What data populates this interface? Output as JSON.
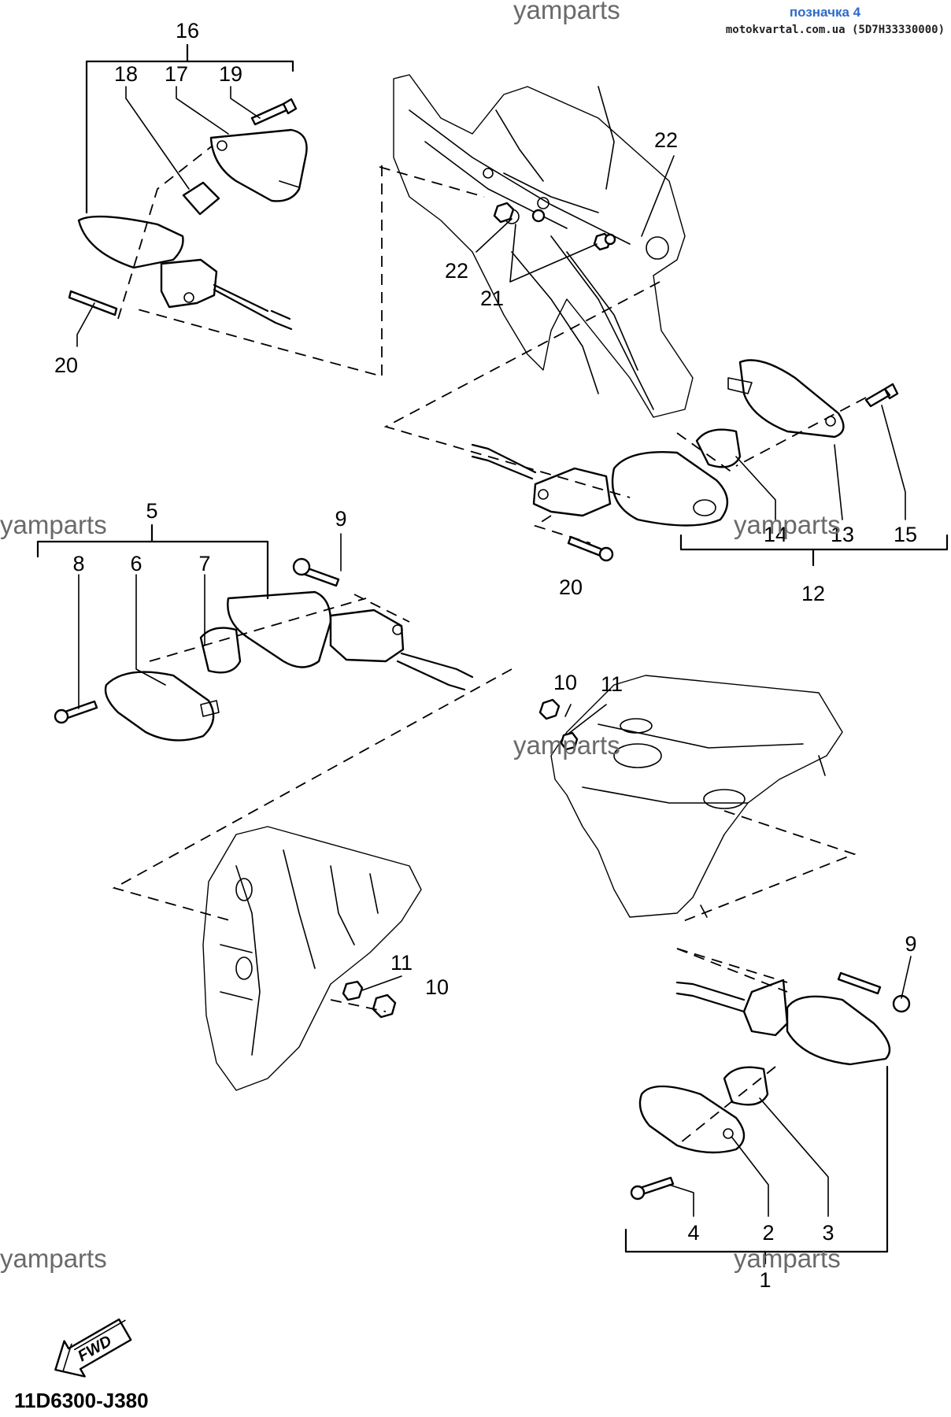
{
  "header": {
    "label": "позначка 4",
    "source": "motokvartal.com.ua (5D7H33330000)"
  },
  "watermark": "yamparts",
  "diagram_code": "11D6300-J380",
  "fwd_label": "FWD",
  "callouts": {
    "c1": "1",
    "c2": "2",
    "c3": "3",
    "c4": "4",
    "c5": "5",
    "c6": "6",
    "c7": "7",
    "c8": "8",
    "c9": "9",
    "c10": "10",
    "c11": "11",
    "c12": "12",
    "c13": "13",
    "c14": "14",
    "c15": "15",
    "c16": "16",
    "c17": "17",
    "c18": "18",
    "c19": "19",
    "c20": "20",
    "c21": "21",
    "c22": "22"
  }
}
